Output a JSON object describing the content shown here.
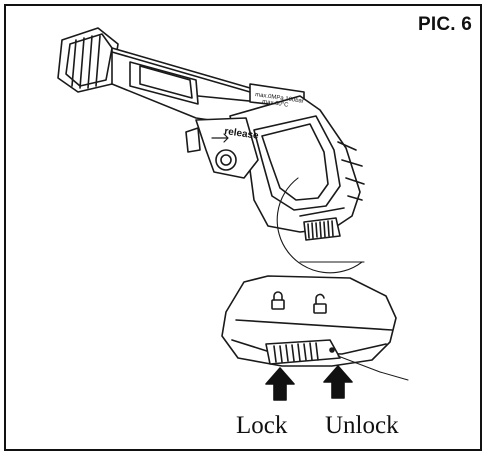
{
  "figure": {
    "label": "PIC. 6",
    "gun_text": "release",
    "spec_line_1": "max.0MPa 100bar",
    "spec_line_2": "max.60°C"
  },
  "captions": {
    "lock": "Lock",
    "unlock": "Unlock"
  }
}
